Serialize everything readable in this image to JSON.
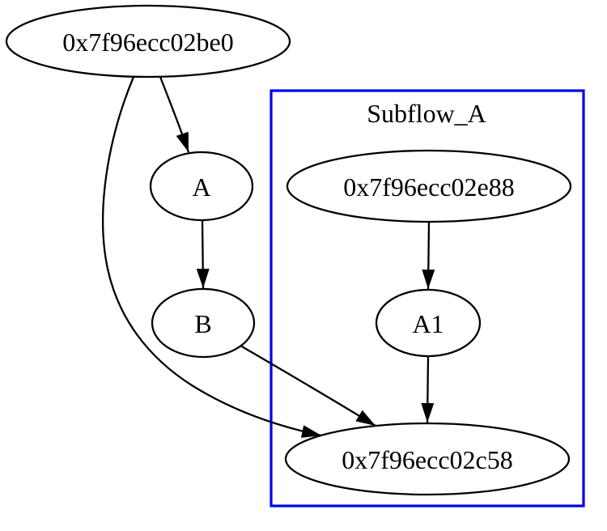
{
  "diagram": {
    "type": "directed-graph",
    "background_color": "#ffffff",
    "node_fill": "#ffffff",
    "node_stroke_color": "#000000",
    "edge_color": "#000000",
    "text_color": "#000000",
    "cluster": {
      "label": "Subflow_A",
      "border_color": "#0000ee"
    },
    "nodes": {
      "root": {
        "label": "0x7f96ecc02be0"
      },
      "a": {
        "label": "A"
      },
      "b": {
        "label": "B"
      },
      "subflow_entry": {
        "label": "0x7f96ecc02e88"
      },
      "a1": {
        "label": "A1"
      },
      "sink": {
        "label": "0x7f96ecc02c58"
      }
    },
    "edges": [
      {
        "from": "0x7f96ecc02be0",
        "to": "A"
      },
      {
        "from": "0x7f96ecc02be0",
        "to": "0x7f96ecc02c58"
      },
      {
        "from": "A",
        "to": "B"
      },
      {
        "from": "B",
        "to": "0x7f96ecc02c58"
      },
      {
        "from": "0x7f96ecc02e88",
        "to": "A1"
      },
      {
        "from": "A1",
        "to": "0x7f96ecc02c58"
      }
    ]
  }
}
